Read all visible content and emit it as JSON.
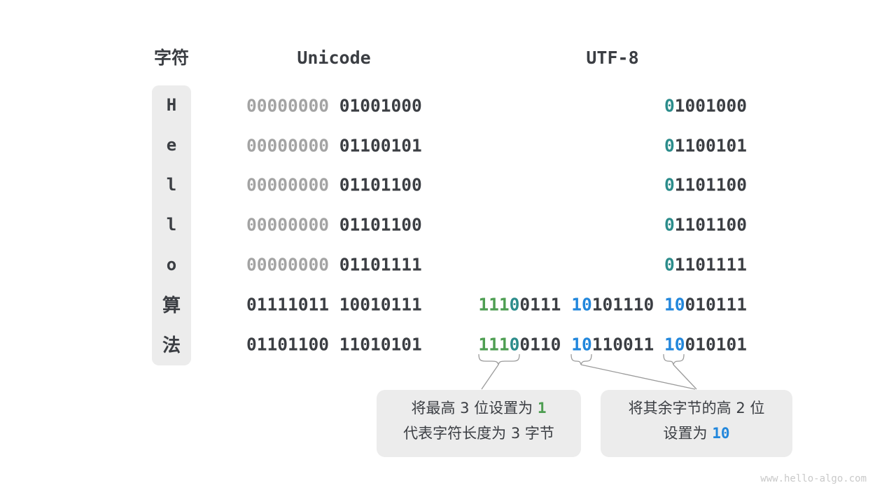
{
  "headers": {
    "char": "字符",
    "unicode": "Unicode",
    "utf8": "UTF-8"
  },
  "colors": {
    "dark": "#3b3e43",
    "gray": "#a3a3a3",
    "green": "#4e9e52",
    "teal": "#2b8c8b",
    "blue": "#2287dc",
    "boxbg": "#ececec",
    "brace": "#9b9b9b",
    "watermark": "#c9c9c9"
  },
  "rows": [
    {
      "char": "H",
      "unicode": [
        {
          "t": "00000000",
          "c": "gray"
        },
        {
          "t": " 01001000",
          "c": "dark"
        }
      ],
      "utf8": [
        {
          "t": "0",
          "c": "teal"
        },
        {
          "t": "1001000",
          "c": "dark"
        }
      ]
    },
    {
      "char": "e",
      "unicode": [
        {
          "t": "00000000",
          "c": "gray"
        },
        {
          "t": " 01100101",
          "c": "dark"
        }
      ],
      "utf8": [
        {
          "t": "0",
          "c": "teal"
        },
        {
          "t": "1100101",
          "c": "dark"
        }
      ]
    },
    {
      "char": "l",
      "unicode": [
        {
          "t": "00000000",
          "c": "gray"
        },
        {
          "t": " 01101100",
          "c": "dark"
        }
      ],
      "utf8": [
        {
          "t": "0",
          "c": "teal"
        },
        {
          "t": "1101100",
          "c": "dark"
        }
      ]
    },
    {
      "char": "l",
      "unicode": [
        {
          "t": "00000000",
          "c": "gray"
        },
        {
          "t": " 01101100",
          "c": "dark"
        }
      ],
      "utf8": [
        {
          "t": "0",
          "c": "teal"
        },
        {
          "t": "1101100",
          "c": "dark"
        }
      ]
    },
    {
      "char": "o",
      "unicode": [
        {
          "t": "00000000",
          "c": "gray"
        },
        {
          "t": " 01101111",
          "c": "dark"
        }
      ],
      "utf8": [
        {
          "t": "0",
          "c": "teal"
        },
        {
          "t": "1101111",
          "c": "dark"
        }
      ]
    },
    {
      "char": "算",
      "unicode": [
        {
          "t": "01111011 10010111",
          "c": "dark"
        }
      ],
      "utf8": [
        {
          "t": "111",
          "c": "green"
        },
        {
          "t": "0",
          "c": "teal"
        },
        {
          "t": "0111 ",
          "c": "dark"
        },
        {
          "t": "10",
          "c": "blue"
        },
        {
          "t": "101110 ",
          "c": "dark"
        },
        {
          "t": "10",
          "c": "blue"
        },
        {
          "t": "010111",
          "c": "dark"
        }
      ]
    },
    {
      "char": "法",
      "unicode": [
        {
          "t": "01101100 11010101",
          "c": "dark"
        }
      ],
      "utf8": [
        {
          "t": "111",
          "c": "green"
        },
        {
          "t": "0",
          "c": "teal"
        },
        {
          "t": "0110 ",
          "c": "dark"
        },
        {
          "t": "10",
          "c": "blue"
        },
        {
          "t": "110011 ",
          "c": "dark"
        },
        {
          "t": "10",
          "c": "blue"
        },
        {
          "t": "010101",
          "c": "dark"
        }
      ]
    }
  ],
  "callouts": [
    {
      "lines": [
        [
          {
            "t": "将最高 3 位设置为 ",
            "c": "dark"
          },
          {
            "t": "1",
            "c": "green",
            "m": 1
          }
        ],
        [
          {
            "t": "代表字符长度为 3 字节",
            "c": "dark"
          }
        ]
      ]
    },
    {
      "lines": [
        [
          {
            "t": "将其余字节的高 2 位",
            "c": "dark"
          }
        ],
        [
          {
            "t": "设置为 ",
            "c": "dark"
          },
          {
            "t": "10",
            "c": "blue",
            "m": 1
          }
        ]
      ]
    }
  ],
  "watermark": "www.hello-algo.com"
}
